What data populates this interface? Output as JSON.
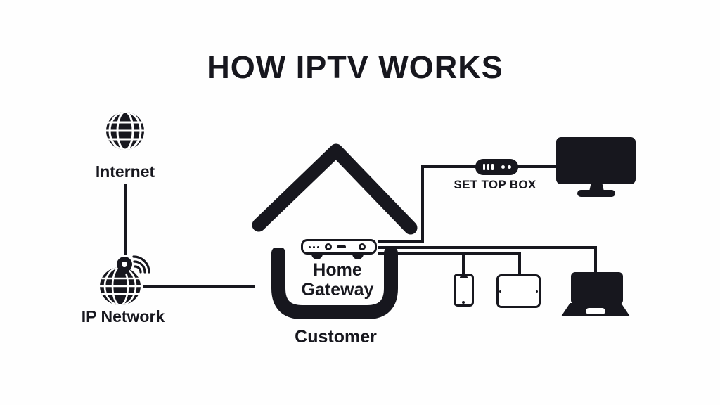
{
  "title": "HOW IPTV WORKS",
  "colors": {
    "ink": "#17171e",
    "background": "#fefefe"
  },
  "nodes": {
    "internet": {
      "label": "Internet",
      "icon": "globe-icon"
    },
    "ip_network": {
      "label": "IP Network",
      "icon": "globe-pin-wifi-icon"
    },
    "home_gateway": {
      "label": "Home Gateway",
      "icon": "router-icon"
    },
    "customer": {
      "label": "Customer",
      "icon": "house-icon"
    },
    "set_top_box": {
      "label": "SET TOP BOX",
      "icon": "set-top-box-icon"
    },
    "tv": {
      "icon": "tv-icon"
    },
    "phone": {
      "icon": "smartphone-icon"
    },
    "tablet": {
      "icon": "tablet-icon"
    },
    "laptop": {
      "icon": "laptop-icon"
    }
  },
  "connections": [
    {
      "from": "internet",
      "to": "ip_network"
    },
    {
      "from": "ip_network",
      "to": "home_gateway"
    },
    {
      "from": "home_gateway",
      "to": "set_top_box"
    },
    {
      "from": "set_top_box",
      "to": "tv"
    },
    {
      "from": "home_gateway",
      "to": "phone"
    },
    {
      "from": "home_gateway",
      "to": "tablet"
    },
    {
      "from": "home_gateway",
      "to": "laptop"
    }
  ]
}
